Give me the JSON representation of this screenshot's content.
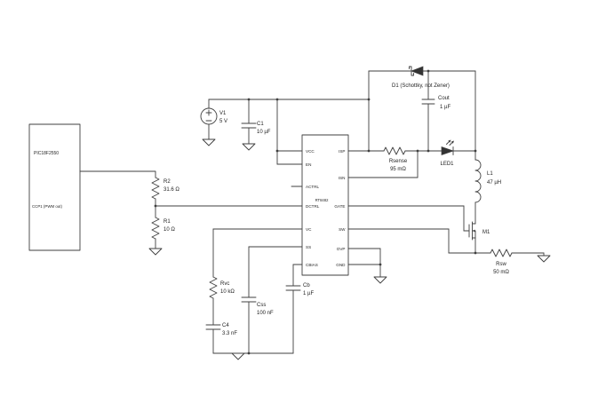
{
  "colors": {
    "background": "#ffffff",
    "wire": "#3f3f3f",
    "text": "#1f1f1f"
  },
  "schematic": {
    "mcu": {
      "ref": "PIC18F2550",
      "pin_label": "CCP1 (PWM out)"
    },
    "ic": {
      "ref": "RT8482",
      "left_pins": [
        "VCC",
        "EN",
        "ACTRL",
        "DCTRL",
        "VC",
        "SS",
        "CBIAS"
      ],
      "right_pins": [
        "ISP",
        "ISN",
        "GATE",
        "SW",
        "OVP",
        "GND"
      ]
    },
    "v1": {
      "ref": "V1",
      "value": "5 V"
    },
    "c1": {
      "ref": "C1",
      "value": "10 µF"
    },
    "r2": {
      "ref": "R2",
      "value": "31.6 Ω"
    },
    "r1": {
      "ref": "R1",
      "value": "10 Ω"
    },
    "rvc": {
      "ref": "Rvc",
      "value": "10 kΩ"
    },
    "c4": {
      "ref": "C4",
      "value": "3.3 nF"
    },
    "css": {
      "ref": "Css",
      "value": "100 nF"
    },
    "cb": {
      "ref": "Cb",
      "value": "1 µF"
    },
    "rsense": {
      "ref": "Rsense",
      "value": "95 mΩ"
    },
    "led1": {
      "ref": "LED1"
    },
    "l1": {
      "ref": "L1",
      "value": "47 µH"
    },
    "d1": {
      "ref": "D1 (Schottky, not Zener)"
    },
    "cout": {
      "ref": "Cout",
      "value": "1 µF"
    },
    "m1": {
      "ref": "M1"
    },
    "rsw": {
      "ref": "Rsw",
      "value": "50 mΩ"
    }
  }
}
